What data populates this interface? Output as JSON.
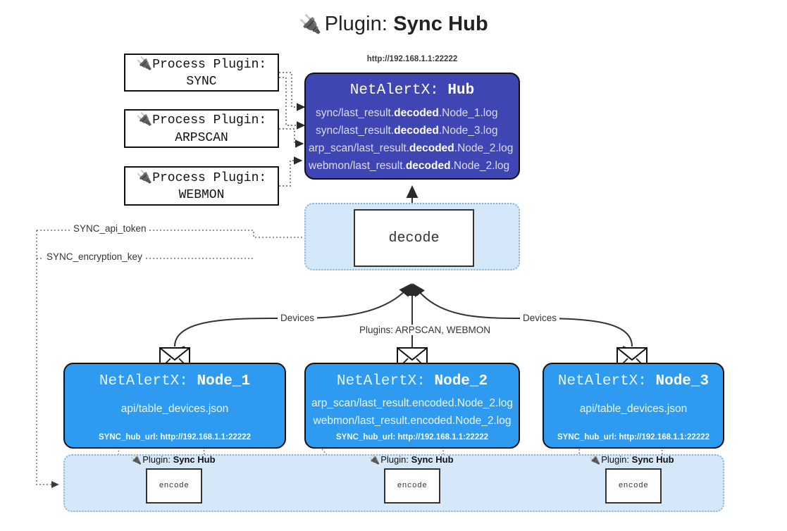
{
  "title": {
    "plug_icon": "plug-icon",
    "prefix": "Plugin:",
    "name": "Sync Hub"
  },
  "process_plugins": [
    {
      "line1": "Process Plugin:",
      "line2": "SYNC"
    },
    {
      "line1": "Process Plugin:",
      "line2": "ARPSCAN"
    },
    {
      "line1": "Process Plugin:",
      "line2": "WEBMON"
    }
  ],
  "hub": {
    "url": "http://192.168.1.1:22222",
    "title_prefix": "NetAlertX:",
    "title_name": "Hub",
    "logs": [
      {
        "pre": "sync/last_result.",
        "mid": "decoded",
        "post": ".Node_1.log"
      },
      {
        "pre": "sync/last_result.",
        "mid": "decoded",
        "post": ".Node_3.log"
      },
      {
        "pre": "arp_scan/last_result.",
        "mid": "decoded",
        "post": ".Node_2.log"
      },
      {
        "pre": "webmon/last_result.",
        "mid": "decoded",
        "post": ".Node_2.log"
      }
    ]
  },
  "decode": {
    "label": "decode"
  },
  "secrets": [
    {
      "label": "SYNC_api_token"
    },
    {
      "label": "SYNC_encryption_key"
    }
  ],
  "edge_labels": {
    "left_devices": "Devices",
    "center_plugins": "Plugins: ARPSCAN, WEBMON",
    "right_devices": "Devices"
  },
  "nodes": [
    {
      "title_prefix": "NetAlertX:",
      "title_name": "Node_1",
      "lines": [
        "api/table_devices.json"
      ],
      "footer": "SYNC_hub_url: http://192.168.1.1:22222",
      "envelope_icon": "envelope-icon"
    },
    {
      "title_prefix": "NetAlertX:",
      "title_name": "Node_2",
      "lines": [
        "arp_scan/last_result.encoded.Node_2.log",
        "webmon/last_result.encoded.Node_2.log"
      ],
      "footer": "SYNC_hub_url: http://192.168.1.1:22222",
      "envelope_icon": "envelope-icon"
    },
    {
      "title_prefix": "NetAlertX:",
      "title_name": "Node_3",
      "lines": [
        "api/table_devices.json"
      ],
      "footer": "SYNC_hub_url: http://192.168.1.1:22222",
      "envelope_icon": "envelope-icon"
    }
  ],
  "encoders": [
    {
      "caption_prefix": "Plugin:",
      "caption_name": "Sync Hub",
      "label": "encode"
    },
    {
      "caption_prefix": "Plugin:",
      "caption_name": "Sync Hub",
      "label": "encode"
    },
    {
      "caption_prefix": "Plugin:",
      "caption_name": "Sync Hub",
      "label": "encode"
    }
  ],
  "colors": {
    "hub_bg": "#4045b4",
    "node_bg": "#2f9bf0",
    "container_bg": "#d4e8fa",
    "container_border": "#8fb4d4",
    "stroke": "#333333"
  }
}
